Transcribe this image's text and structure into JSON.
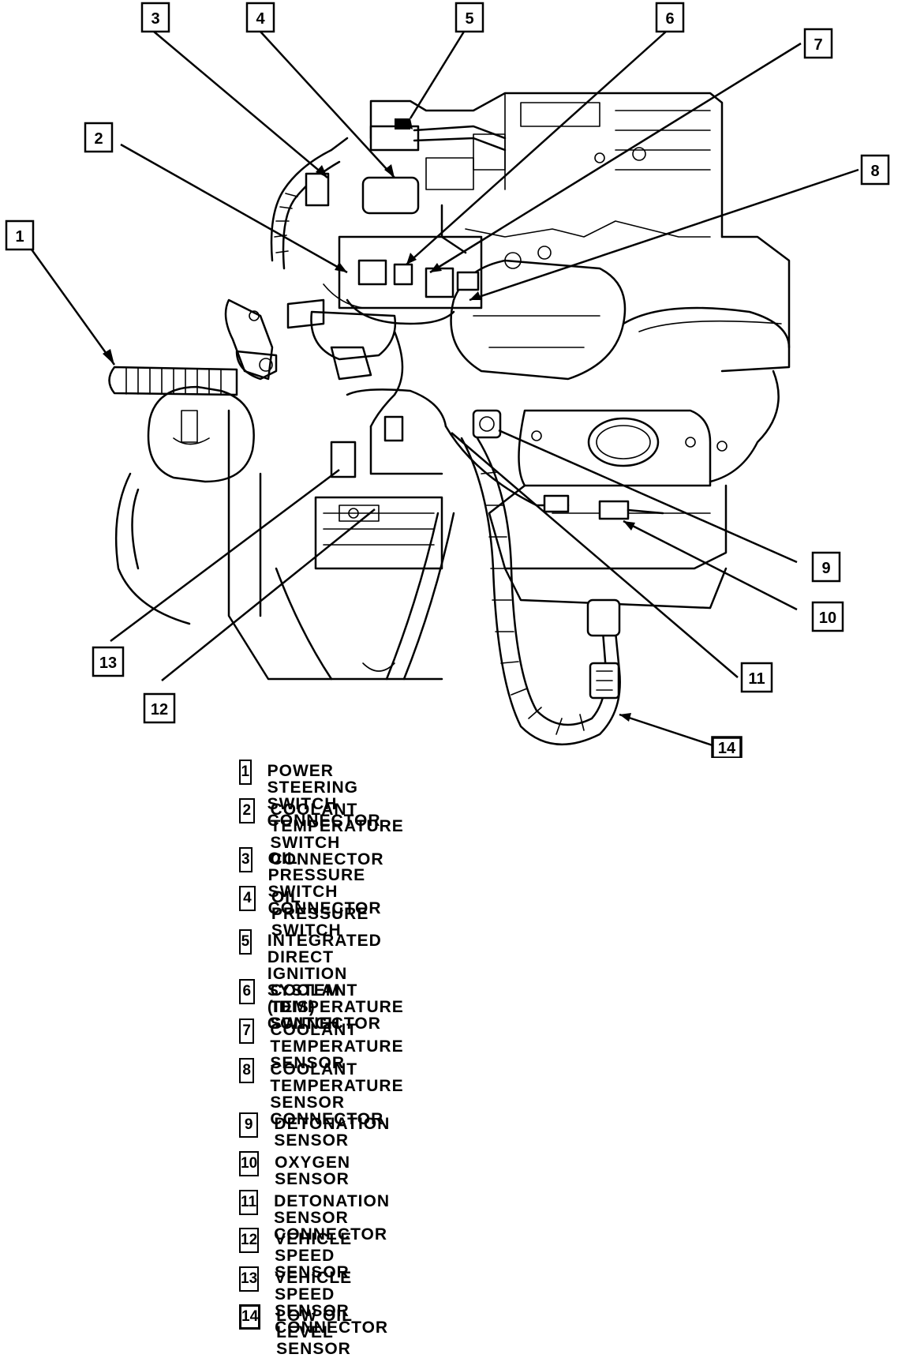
{
  "callouts": [
    "1",
    "2",
    "3",
    "4",
    "5",
    "6",
    "7",
    "8",
    "9",
    "10",
    "11",
    "12",
    "13",
    "14"
  ],
  "legend": [
    {
      "num": "1",
      "label": "POWER STEERING SWITCH CONNECTOR"
    },
    {
      "num": "2",
      "label": "COOLANT TEMPERATURE SWITCH\nCONNECTOR"
    },
    {
      "num": "3",
      "label": "OIL PRESSURE SWITCH CONNECTOR"
    },
    {
      "num": "4",
      "label": "OIL PRESSURE SWITCH"
    },
    {
      "num": "5",
      "label": "INTEGRATED DIRECT IGNITION SYSTEM\n(IDIS) CONNECTOR"
    },
    {
      "num": "6",
      "label": "COOLANT TEMPERATURE SWITCH"
    },
    {
      "num": "7",
      "label": "COOLANT TEMPERATURE SENSOR"
    },
    {
      "num": "8",
      "label": "COOLANT TEMPERATURE SENSOR\nCONNECTOR"
    },
    {
      "num": "9",
      "label": "DETONATION SENSOR"
    },
    {
      "num": "10",
      "label": "OXYGEN SENSOR"
    },
    {
      "num": "11",
      "label": "DETONATION SENSOR CONNECTOR"
    },
    {
      "num": "12",
      "label": "VEHICLE SPEED SENSOR"
    },
    {
      "num": "13",
      "label": "VEHICLE SPEED SENSOR CONNECTOR"
    },
    {
      "num": "14",
      "label": "LOW OIL LEVEL SENSOR"
    }
  ]
}
